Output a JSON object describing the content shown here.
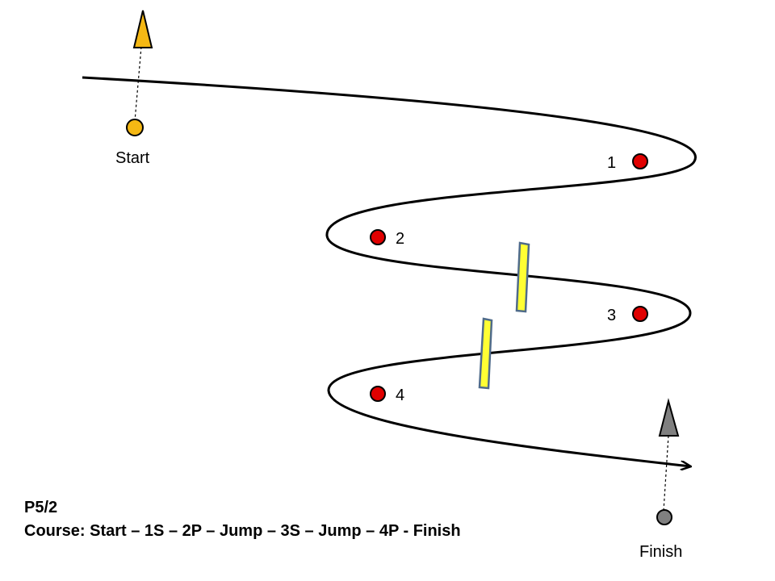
{
  "course_id": "P5/2",
  "course_description": "Course: Start – 1S – 2P – Jump – 3S – Jump – 4P - Finish",
  "start": {
    "label": "Start",
    "marker_color": "#F5B814",
    "flag_color": "#F5B814"
  },
  "finish": {
    "label": "Finish",
    "marker_color": "#808080",
    "flag_color": "#808080"
  },
  "marks": [
    {
      "label": "1",
      "color": "#E00000"
    },
    {
      "label": "2",
      "color": "#E00000"
    },
    {
      "label": "3",
      "color": "#E00000"
    },
    {
      "label": "4",
      "color": "#E00000"
    }
  ],
  "jumps": [
    {
      "color": "#FFFF33",
      "border": "#4F6B8A"
    },
    {
      "color": "#FFFF33",
      "border": "#4F6B8A"
    }
  ],
  "path_color": "#000000"
}
